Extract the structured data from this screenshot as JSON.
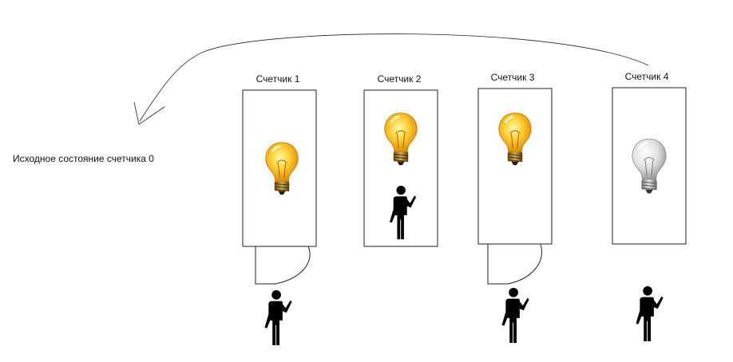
{
  "initial_state_text": "Исходное состояние счетчика 0",
  "counters": [
    {
      "label": "Счетчик 1",
      "bulb": "on",
      "door": "open",
      "person": "outside"
    },
    {
      "label": "Счетчик 2",
      "bulb": "on",
      "door": "closed",
      "person": "inside"
    },
    {
      "label": "Счетчик 3",
      "bulb": "on",
      "door": "open",
      "person": "outside"
    },
    {
      "label": "Счетчик 4",
      "bulb": "off",
      "door": "closed",
      "person": "outside"
    }
  ],
  "icons": {
    "bulb_on": "lightbulb-on-icon",
    "bulb_off": "lightbulb-off-icon",
    "person": "person-waving-icon",
    "arrow": "curved-arrow-icon"
  },
  "colors": {
    "bulb_glow": "#ffb300",
    "bulb_off_glass": "#d8d8d8",
    "stroke": "#222222"
  }
}
